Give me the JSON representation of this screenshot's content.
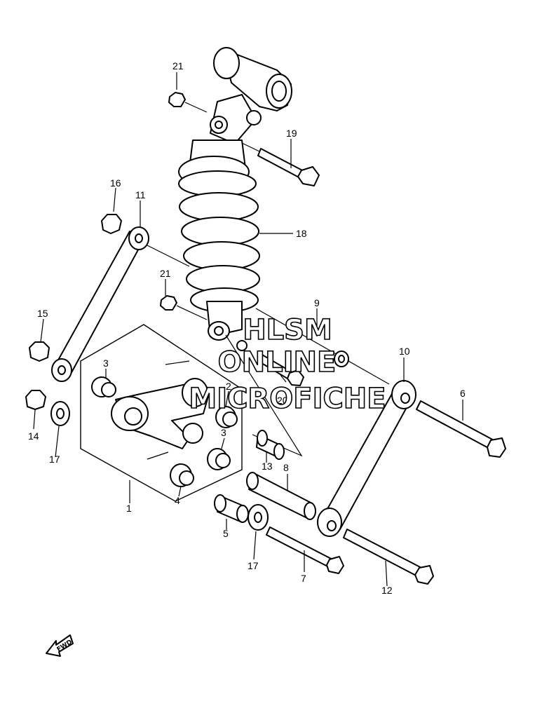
{
  "callouts": {
    "c1": "1",
    "c2": "2",
    "c3a": "3",
    "c3b": "3",
    "c4": "4",
    "c5": "5",
    "c6": "6",
    "c7": "7",
    "c8": "8",
    "c9": "9",
    "c10": "10",
    "c11": "11",
    "c12": "12",
    "c13": "13",
    "c14": "14",
    "c15": "15",
    "c16": "16",
    "c17a": "17",
    "c17b": "17",
    "c18": "18",
    "c19": "19",
    "c20": "20",
    "c21a": "21",
    "c21b": "21"
  },
  "watermark": {
    "line1": "HLSM",
    "line2": "ONLINE",
    "line3": "MICROFICHE"
  },
  "fwd_label": "FWD"
}
